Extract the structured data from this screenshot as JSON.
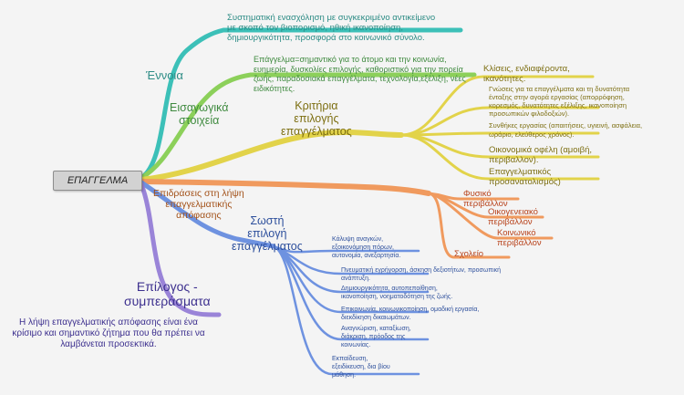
{
  "central": "ΕΠΑΓΓΕΛΜΑ",
  "branches": {
    "ennoia": {
      "label": "Έννοια",
      "text": "Συστηματική ενασχόληση με συγκεκριμένο αντικείμενο με σκοπό τον βιοπορισμό, ηθική ικανοποίηση, δημιουργικότητα, προσφορά στο κοινωνικό σύνολο.",
      "color": "#3cc0b8"
    },
    "eisagogika": {
      "label": "Εισαγωγικά\nστοιχεία",
      "text": "Επάγγελμα=σημαντικό για το άτομο και την κοινωνία, ευημερία, δυσκολίες επιλογής, καθοριστικό για την πορεία ζωής, παραδοσιακά επαγγέλματα, τεχνολογία,εξέλιξη, νέες ειδικότητες.",
      "color": "#8cd05a"
    },
    "kritiria": {
      "label": "Κριτήρια\nεπιλογής\nεπαγγέλματος",
      "color": "#e2d34a",
      "items": [
        "Κλίσεις, ενδιαφέροντα,\nικανότητες.",
        "Γνώσεις για τα επαγγέλματα και τη δυνατότητα ένταξης στην αγορά εργασίας (απορρόφηση, κορεσμός, δυνατότητες εξέλιξης, ικανοποίηση προσωπικών φιλοδοξιών).",
        "Συνθήκες εργασίας (απαιτήσεις, υγιεινή, ασφάλεια, ωράριο, ελεύθερος χρόνος).",
        "Οικονομικά οφέλη (αμοιβή,\nπεριβαλλον).",
        "Επαγγελματικός\nπροσανατολισμός)"
      ]
    },
    "epidraseis": {
      "label": "Επιδράσεις στη λήψη\nεπαγγελματικής\nαπόφασης",
      "color": "#f09a5e",
      "items": [
        "Φυσικό\nπεριβάλλον",
        "Οικογενειακό\nπεριβάλλον",
        "Κοινωνικό\nπεριβάλλον",
        "Σχολείο"
      ]
    },
    "sosti": {
      "label": "Σωστή\nεπιλογή\nεπαγγέλματος",
      "color": "#6e92e0",
      "items": [
        "Κάλυψη αναγκών,\nεξοικονόμηση πόρων,\nαυτονομία, ανεξαρτησία.",
        "Πνευματική εγρήγορση, άσκηση δεξιοτήτων, προσωπική\nανάπτυξη.",
        "Δημιουργικότητα, αυτοπεποίθηση,\nικανοποίηση, νοηματοδότηση της ζωής.",
        "Επικοινωνία, κοινωνικοποίηση, ομαδική εργασία,\nδιεκδίκηση δικαιωμάτων.",
        "Αναγνώριση, καταξίωση,\nδιάκριση, πρόοδος της\nκοινωνίας.",
        "Εκπαίδευση,\nεξειδίκευση, δια βίου\nμάθηση."
      ]
    },
    "epilogos": {
      "label": "Επίλογος -\nσυμπεράσματα",
      "text": "Η λήψη επαγγελματικής απόφασης είναι ένα κρίσιμο και σημαντικό ζήτημα που θα πρέπει να λαμβάνεται προσεκτικά.",
      "color": "#9a84d8"
    }
  }
}
